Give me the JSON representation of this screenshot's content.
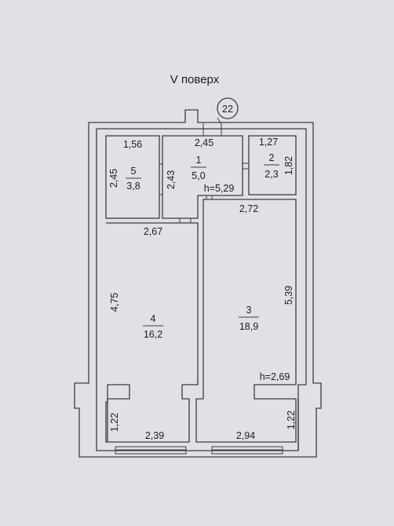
{
  "floor_title": "V поверх",
  "apartment_number": "22",
  "rooms": [
    {
      "id": "room-1",
      "number": "1",
      "area": "5,0",
      "height": "h=5,29"
    },
    {
      "id": "room-2",
      "number": "2",
      "area": "2,3"
    },
    {
      "id": "room-3",
      "number": "3",
      "area": "18,9",
      "height": "h=2,69"
    },
    {
      "id": "room-4",
      "number": "4",
      "area": "16,2"
    },
    {
      "id": "room-5",
      "number": "5",
      "area": "3,8"
    }
  ],
  "dimensions": {
    "room5_width": "1,56",
    "room5_height": "2,45",
    "room1_width": "2,45",
    "room1_height": "2,43",
    "room2_width": "1,27",
    "room2_height": "1,82",
    "room4_top_width": "2,67",
    "room4_height": "4,75",
    "room4_bottom_width": "2,39",
    "room4_niche_height": "1,22",
    "room3_top_width": "2,72",
    "room3_height": "5,39",
    "room3_bottom_width": "2,94",
    "room3_niche_height": "1,22"
  },
  "colors": {
    "background": "#dfe1e4",
    "line": "#3b3d42",
    "text": "#1b1d22"
  }
}
